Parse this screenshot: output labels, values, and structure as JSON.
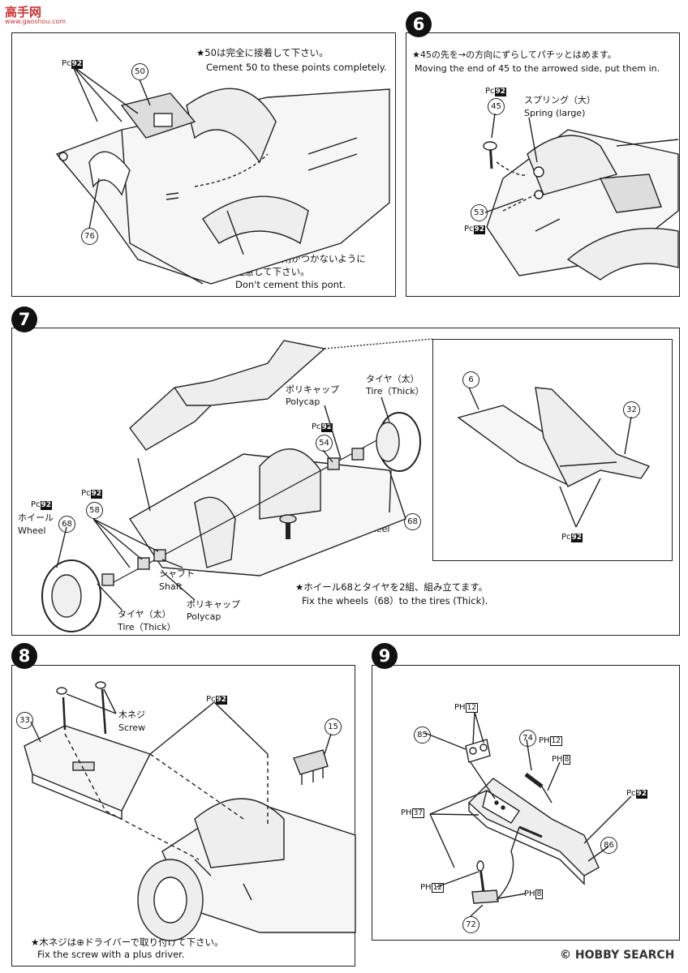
{
  "watermark": {
    "logo_top": "高手网",
    "logo_sub": "www.gaoshou.com",
    "footer": "HOBBY SEARCH",
    "footer_prefix": "©"
  },
  "step5": {
    "note_jp": "★50は完全に接着して下さい。",
    "note_en": "Cement 50 to these points completely.",
    "pc": "Pc",
    "pc_num": "92",
    "part_a": "50",
    "part_b": "76",
    "caution_jp1": "ここに接着剤がつかないように",
    "caution_jp2": "注意して下さい。",
    "caution_en": "Don't cement this pont."
  },
  "step6": {
    "number": "6",
    "note_jp": "★45の先を→の方向にずらしてパチッとはめます。",
    "note_en": "Moving the end of 45 to the arrowed side, put them in.",
    "pc": "Pc",
    "pc_num": "92",
    "spring_jp": "スプリング（大）",
    "spring_en": "Spring (large)",
    "part_a": "45",
    "part_b": "53"
  },
  "step7": {
    "number": "7",
    "polycap_jp": "ポリキャップ",
    "polycap_en": "Polycap",
    "tire_jp": "タイヤ（太）",
    "tire_en": "Tire（Thick）",
    "wheel_jp": "ホイール",
    "wheel_en": "Wheel",
    "shaft_jp": "シャフト",
    "shaft_en": "Shaft",
    "pc": "Pc",
    "pc_num": "92",
    "part_wheel": "68",
    "part_polycap_r": "54",
    "part_polycap_l": "58",
    "part_6": "6",
    "part_32": "32",
    "note_jp": "★ホイール68とタイヤを2組、組み立てます。",
    "note_en": "Fix the wheels（68）to the tires (Thick)."
  },
  "step8": {
    "number": "8",
    "screw_jp": "木ネジ",
    "screw_en": "Screw",
    "pc": "Pc",
    "pc_num": "92",
    "part_33": "33",
    "part_15": "15",
    "note_jp": "★木ネジは⊕ドライバーで取り付けて下さい。",
    "note_en": "Fix the screw with a plus driver."
  },
  "step9": {
    "number": "9",
    "ph": "PH",
    "pc": "Pc",
    "ph12": "12",
    "ph8": "8",
    "ph37": "37",
    "pc92": "92",
    "part_85": "85",
    "part_74": "74",
    "part_86": "86",
    "part_72": "72"
  }
}
